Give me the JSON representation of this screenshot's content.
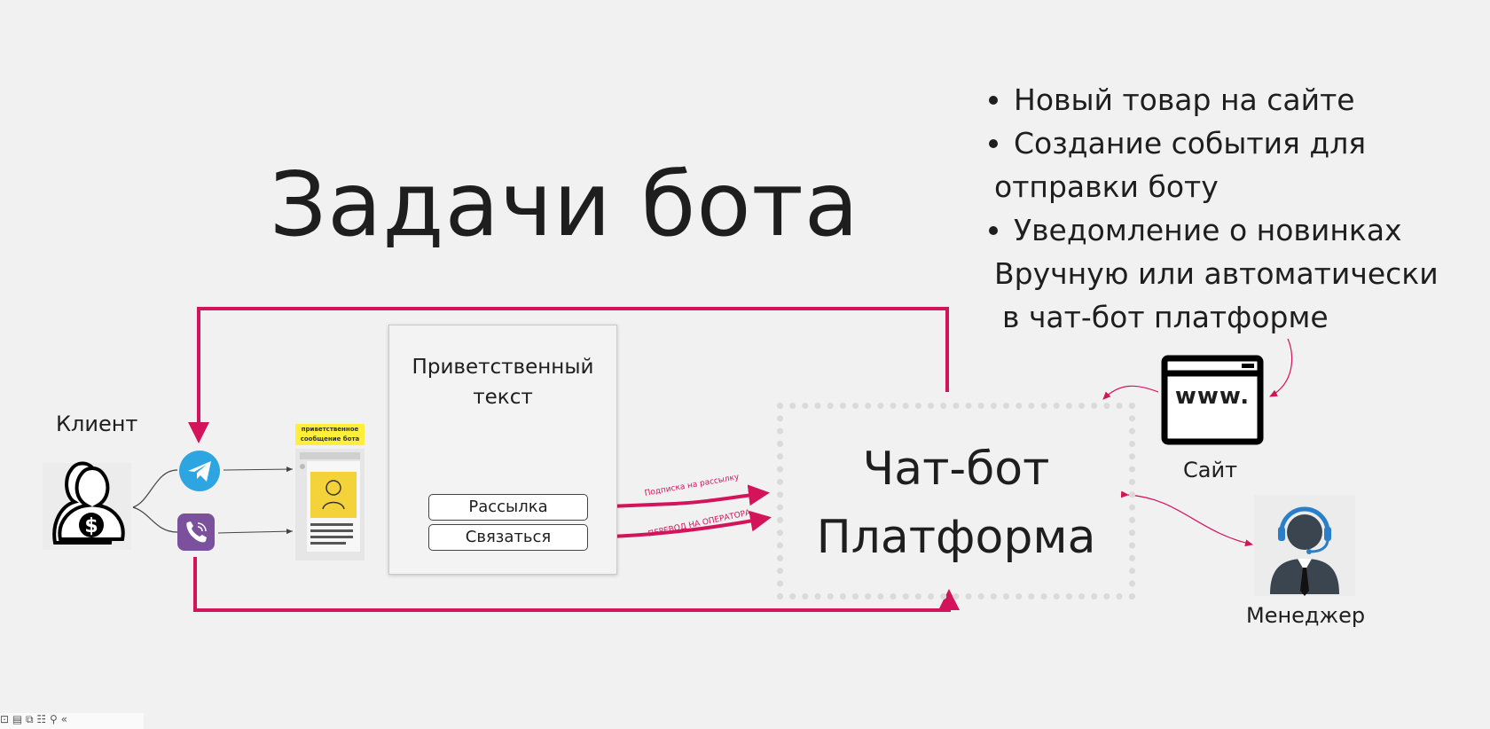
{
  "title": "Задачи бота",
  "bullets": {
    "items": [
      "Новый товар на сайте",
      "Создание события для",
      "Уведомление о новинках"
    ],
    "lines": [
      "отправки боту",
      "Вручную или автоматически",
      "в чат-бот платформе"
    ]
  },
  "client": {
    "label": "Клиент"
  },
  "phone_mockup": {
    "header": "приветственное сообщение бота"
  },
  "welcome_card": {
    "text_line1": "Приветственный",
    "text_line2": "текст",
    "buttons": [
      "Рассылка",
      "Связаться"
    ]
  },
  "arrows": {
    "subscribe_label": "Подписка на рассылку",
    "operator_label": "ПЕРЕВОД НА ОПЕРАТОРА"
  },
  "platform": {
    "line1": "Чат-бот",
    "line2": "Платформа"
  },
  "site": {
    "label": "Сайт",
    "url_text": "www."
  },
  "manager": {
    "label": "Менеджер"
  },
  "colors": {
    "accent": "#d4145a",
    "telegram": "#2ca5e0",
    "viber": "#7b519d",
    "highlight": "#ffef3a"
  },
  "icons": [
    "user-money-icon",
    "telegram-icon",
    "viber-icon",
    "browser-window-icon",
    "support-agent-icon"
  ],
  "toolbar": {
    "glyphs": "⊡ ▤ ⧉ ☷ ⚲ «"
  }
}
